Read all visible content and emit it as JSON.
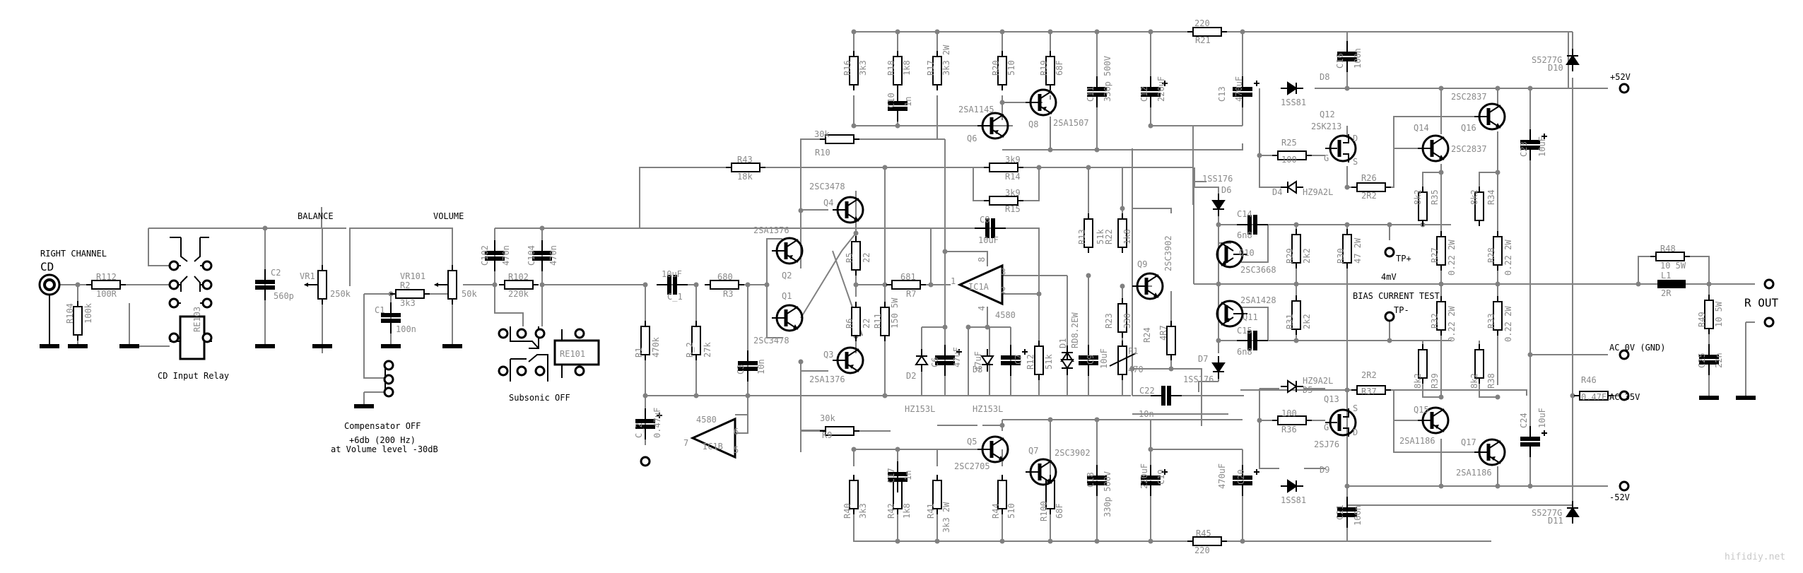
{
  "title": "Right Channel Power Amplifier Schematic",
  "input": {
    "channel_label": "RIGHT CHANNEL",
    "jack_label": "CD",
    "r112": {
      "ref": "R112",
      "value": "100R"
    },
    "r104": {
      "ref": "R104",
      "value": "100k"
    },
    "relay_ref": "RE103",
    "relay_caption": "CD Input Relay",
    "c2": {
      "ref": "C2",
      "value": "560p"
    }
  },
  "controls": {
    "balance_label": "BALANCE",
    "volume_label": "VOLUME",
    "vr1": {
      "ref": "VR1",
      "value": "250k"
    },
    "vr101": {
      "ref": "VR101",
      "value": "50k"
    },
    "r2": {
      "ref": "R2",
      "value": "3k3"
    },
    "c1": {
      "ref": "C1",
      "value": "100n"
    },
    "compensator_caption": "Compensator OFF",
    "compensator_note1": "+6db (200 Hz)",
    "compensator_note2": "at Volume level -30dB",
    "c102": {
      "ref": "C102",
      "value": "470n"
    },
    "c104": {
      "ref": "C104",
      "value": "470n"
    },
    "r102": {
      "ref": "R102",
      "value": "220k"
    },
    "relay2_ref": "RE101",
    "subsonic_caption": "Subsonic OFF"
  },
  "input_stage": {
    "r43": {
      "ref": "R43",
      "value": "18k"
    },
    "r10": {
      "ref": "R10",
      "value": "30k"
    },
    "r9": {
      "ref": "R9",
      "value": "30k"
    },
    "c_1": {
      "ref": "C_1",
      "value": "10uF"
    },
    "r3": {
      "ref": "R3",
      "value": "680"
    },
    "r1": {
      "ref": "R1",
      "value": "470k"
    },
    "r_2": {
      "ref": "R_2",
      "value": "27k"
    },
    "c3": {
      "ref": "C3",
      "value": "10n"
    },
    "c_2": {
      "ref": "C_2",
      "value": "0.47uF"
    },
    "ic1b": {
      "ref": "IC1B",
      "part": "4580",
      "pin_out": "7",
      "pin_minus": "6",
      "pin_plus": "5"
    },
    "q1": {
      "ref": "Q1",
      "part": "2SC3478"
    },
    "q2": {
      "ref": "Q2",
      "part": "2SA1376"
    },
    "q3": {
      "ref": "Q3",
      "part": "2SA1376"
    },
    "q4": {
      "ref": "Q4",
      "part": "2SC3478"
    },
    "r5": {
      "ref": "R5",
      "value": "22"
    },
    "r6": {
      "ref": "R6",
      "value": "22"
    },
    "r11": {
      "ref": "R11",
      "value": "150 5W"
    }
  },
  "servo": {
    "r7": {
      "ref": "R7",
      "value": "681"
    },
    "r14": {
      "ref": "R14",
      "value": "3k9"
    },
    "r15": {
      "ref": "R15",
      "value": "3k9"
    },
    "c8": {
      "ref": "C8",
      "value": "10uF"
    },
    "ic1a": {
      "ref": "IC1A",
      "part": "4580",
      "pin_out": "1",
      "pin_minus": "2",
      "pin_plus": "3",
      "pin_vp": "8",
      "pin_vn": "4"
    },
    "d2": {
      "ref": "D2",
      "part": "HZ153L"
    },
    "d3": {
      "ref": "D3",
      "part": "HZ153L"
    },
    "c6": {
      "ref": "C6",
      "value": "47uF"
    },
    "c7": {
      "ref": "C7",
      "value": "47uF"
    },
    "r12": {
      "ref": "R12",
      "value": "51k"
    },
    "d1": {
      "ref": "D1",
      "part": "RD8.2EW"
    },
    "c9": {
      "ref": "C9",
      "value": "10uF"
    },
    "r13": {
      "ref": "R13",
      "value": "51k"
    }
  },
  "vas_top": {
    "r16": {
      "ref": "R16",
      "value": "3k3"
    },
    "r18": {
      "ref": "R18",
      "value": "1k8"
    },
    "c10": {
      "ref": "C10",
      "value": "1n"
    },
    "r17": {
      "ref": "R17",
      "value": "3k3 2W"
    },
    "r20": {
      "ref": "R20",
      "value": "510"
    },
    "r19": {
      "ref": "R19",
      "value": "68F"
    },
    "q6": {
      "ref": "Q6",
      "part": "2SA1145"
    },
    "q8": {
      "ref": "Q8",
      "part": "2SA1507"
    },
    "c11": {
      "ref": "C11",
      "value": "330p 500V"
    },
    "c12": {
      "ref": "C12",
      "value": "220uF"
    },
    "c13": {
      "ref": "C13",
      "value": "470uF"
    },
    "r21": {
      "ref": "R21",
      "value": "220"
    }
  },
  "vas_bottom": {
    "r40": {
      "ref": "R40",
      "value": "3k3"
    },
    "r42": {
      "ref": "R42",
      "value": "1k8"
    },
    "c17": {
      "ref": "C17",
      "value": "1n"
    },
    "r41": {
      "ref": "R41",
      "value": "3k3 2W"
    },
    "r44": {
      "ref": "R44",
      "value": "510"
    },
    "r100": {
      "ref": "R100",
      "value": "68F"
    },
    "q5": {
      "ref": "Q5",
      "part": "2SC2705"
    },
    "q7": {
      "ref": "Q7",
      "part": "2SC3902"
    },
    "c18": {
      "ref": "C18",
      "value": "330p 500V"
    },
    "c19": {
      "ref": "C19",
      "value": "220uF"
    },
    "c20": {
      "ref": "C20",
      "value": "470uF"
    },
    "r45": {
      "ref": "R45",
      "value": "220"
    }
  },
  "bias": {
    "r22": {
      "ref": "R22",
      "value": "1k8"
    },
    "r23": {
      "ref": "R23",
      "value": "330"
    },
    "r24": {
      "ref": "R24",
      "value": "4R7"
    },
    "p1": {
      "ref": "P1",
      "value": "470"
    },
    "q9": {
      "ref": "Q9",
      "part": "2SC3902"
    },
    "c22": {
      "ref": "C22",
      "value": "10n"
    },
    "d6": {
      "ref": "D6",
      "part": "1SS176"
    },
    "d7": {
      "ref": "D7",
      "part": "1SS176"
    }
  },
  "output_stage": {
    "q10": {
      "ref": "Q10",
      "part": "2SC3668"
    },
    "q11": {
      "ref": "Q11",
      "part": "2SA1428"
    },
    "c14": {
      "ref": "C14",
      "value": "6n8"
    },
    "c15": {
      "ref": "C15",
      "value": "6n8"
    },
    "r29": {
      "ref": "R29",
      "value": "2k2"
    },
    "r31": {
      "ref": "R31",
      "value": "2k2"
    },
    "r30": {
      "ref": "R30",
      "value": "47 2W"
    },
    "q12": {
      "ref": "Q12",
      "part": "2SK213",
      "g": "G",
      "d": "D",
      "s": "S"
    },
    "q13": {
      "ref": "Q13",
      "part": "2SJ76",
      "g": "G",
      "d": "D",
      "s": "S"
    },
    "d8": {
      "ref": "D8",
      "part": "1SS81"
    },
    "d9": {
      "ref": "D9",
      "part": "1SS81"
    },
    "d4": {
      "ref": "D4",
      "part": "HZ9A2L"
    },
    "d5": {
      "ref": "D5",
      "part": "HZ9A2L"
    },
    "r25": {
      "ref": "R25",
      "value": "100"
    },
    "r36": {
      "ref": "R36",
      "value": "100"
    },
    "r26": {
      "ref": "R26",
      "value": "2R2"
    },
    "r37": {
      "ref": "R37",
      "value": "2R2"
    },
    "c16": {
      "ref": "C16",
      "value": "100n"
    },
    "c21": {
      "ref": "C21",
      "value": "100n"
    },
    "q14": {
      "ref": "Q14",
      "part": "2SC2837"
    },
    "q16": {
      "ref": "Q16",
      "part": "2SC2837"
    },
    "q15": {
      "ref": "Q15",
      "part": "2SA1186"
    },
    "q17": {
      "ref": "Q17",
      "part": "2SA1186"
    },
    "r35": {
      "ref": "R35",
      "value": "8k2"
    },
    "r34": {
      "ref": "R34",
      "value": "8k2"
    },
    "r39": {
      "ref": "R39",
      "value": "8k2"
    },
    "r38": {
      "ref": "R38",
      "value": "8k2"
    },
    "r27": {
      "ref": "R27",
      "value": "0.22 2W"
    },
    "r28": {
      "ref": "R28",
      "value": "0.22 2W"
    },
    "r32": {
      "ref": "R32",
      "value": "0.22 2W"
    },
    "r33": {
      "ref": "R33",
      "value": "0.22 2W"
    },
    "tp_plus": "TP+",
    "tp_minus": "TP-",
    "bias_voltage": "4mV",
    "bias_caption": "BIAS CURRENT TEST"
  },
  "power": {
    "d10": {
      "ref": "D10",
      "part": "S5277G"
    },
    "d11": {
      "ref": "D11",
      "part": "S5277G"
    },
    "c23": {
      "ref": "C23",
      "value": "10uF"
    },
    "c24": {
      "ref": "C24",
      "value": "10uF"
    },
    "pos_rail": "+52V",
    "neg_rail": "-52V",
    "ac_gnd": "AC 0V (GND)",
    "ac_35": "AC 35V",
    "r46": {
      "ref": "R46",
      "value": "0.47F"
    }
  },
  "output": {
    "r48": {
      "ref": "R48",
      "value": "10 5W"
    },
    "l1": {
      "ref": "L1",
      "value": "2R"
    },
    "r49": {
      "ref": "R49",
      "value": "10 5W"
    },
    "c25": {
      "ref": "C25",
      "value": "22n"
    },
    "out_label": "R OUT"
  },
  "watermark": "hifidiy.net"
}
